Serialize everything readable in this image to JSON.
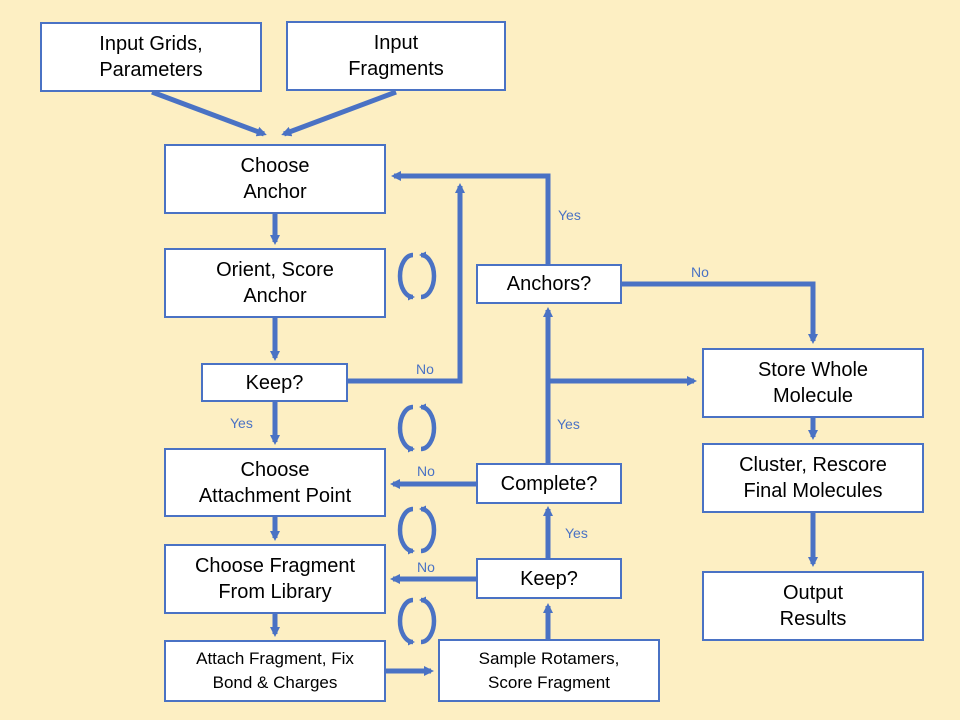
{
  "colors": {
    "background": "#fdefc3",
    "accent": "#4a72c4",
    "box_fill": "#ffffff"
  },
  "nodes": {
    "input_grids": {
      "line1": "Input Grids,",
      "line2": "Parameters"
    },
    "input_fragments": {
      "line1": "Input",
      "line2": "Fragments"
    },
    "choose_anchor": {
      "line1": "Choose",
      "line2": "Anchor"
    },
    "orient_score": {
      "line1": "Orient, Score",
      "line2": "Anchor"
    },
    "keep_anchor": {
      "line1": "Keep?"
    },
    "choose_attachment": {
      "line1": "Choose",
      "line2": "Attachment Point"
    },
    "choose_fragment": {
      "line1": "Choose Fragment",
      "line2": "From Library"
    },
    "attach_fragment": {
      "line1": "Attach Fragment, Fix",
      "line2": "Bond & Charges"
    },
    "sample_rotamers": {
      "line1": "Sample Rotamers,",
      "line2": "Score Fragment"
    },
    "keep_fragment": {
      "line1": "Keep?"
    },
    "complete": {
      "line1": "Complete?"
    },
    "anchors": {
      "line1": "Anchors?"
    },
    "store_whole": {
      "line1": "Store Whole",
      "line2": "Molecule"
    },
    "cluster_rescore": {
      "line1": "Cluster, Rescore",
      "line2": "Final Molecules"
    },
    "output_results": {
      "line1": "Output",
      "line2": "Results"
    }
  },
  "edge_labels": {
    "keep_anchor_no": "No",
    "keep_anchor_yes": "Yes",
    "anchors_yes": "Yes",
    "anchors_no": "No",
    "complete_yes": "Yes",
    "complete_no": "No",
    "keep_fragment_yes": "Yes",
    "keep_fragment_no": "No"
  },
  "icons": [
    "cycle-arrows-icon",
    "cycle-arrows-icon",
    "cycle-arrows-icon",
    "cycle-arrows-icon"
  ]
}
